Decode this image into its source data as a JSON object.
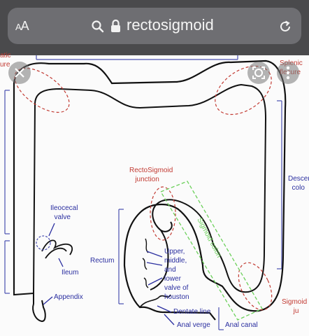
{
  "browser": {
    "reader_label": "AA",
    "url_text": "rectosigmoid",
    "icons": [
      "search-icon",
      "lock-icon",
      "reload-icon",
      "close-icon",
      "lens-icon",
      "more-icon"
    ]
  },
  "diagram": {
    "labels": {
      "hepatic_flexure": "atic\nure",
      "splenic_flexure": "Splenic\nflecure",
      "rectosigmoid_junction": "RectoSigmoid\njunction",
      "sigmoid_colon": "Sigmoid colon",
      "descending_colon": "Descen\ncolo",
      "ileocecal_valve": "Ileocecal\nvalve",
      "ileum": "Ileum",
      "rectum": "Rectum",
      "valves": "Upper,\nmiddle,\nand\nlower\nvalve of\nhouston",
      "appendix": "Appendix",
      "dentate_line": "Dentate line",
      "anal_verge": "Anal verge",
      "anal_canal": "Anal canal",
      "sigmoid_junction_cut": "Sigmoid\nju"
    },
    "colors": {
      "outline": "#111111",
      "labels_red": "#c23b33",
      "labels_blue": "#2b2fa0",
      "sigmoid_green": "#6bd05a"
    }
  }
}
